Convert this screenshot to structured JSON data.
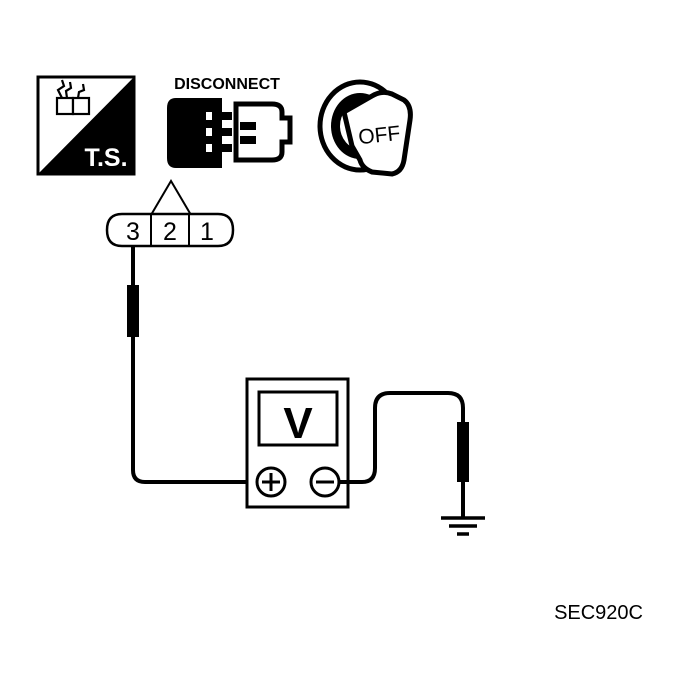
{
  "icons": {
    "ts_label": "T.S.",
    "disconnect_label": "DISCONNECT",
    "ignition_label": "OFF"
  },
  "connector": {
    "pins": [
      "3",
      "2",
      "1"
    ]
  },
  "voltmeter": {
    "label": "V"
  },
  "figure_code": "SEC920C",
  "colors": {
    "ink": "#000000",
    "paper": "#ffffff"
  }
}
